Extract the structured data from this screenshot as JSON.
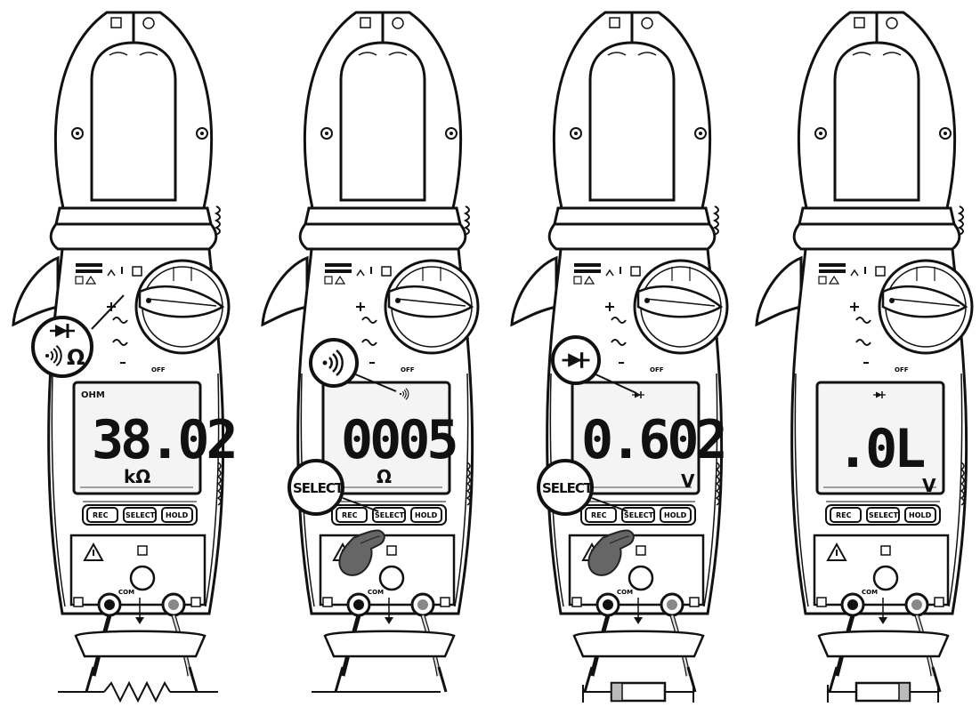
{
  "meters": [
    {
      "id": "meter-1",
      "reading": "38.02",
      "unit": "kΩ",
      "mode_indicator": "OHM",
      "callout": {
        "type": "diode-sound-ohm",
        "label": "Ω"
      },
      "select_callout": null,
      "hand_pressing": false,
      "component": "resistor"
    },
    {
      "id": "meter-2",
      "reading": "0005",
      "unit": "Ω",
      "mode_indicator": "",
      "callout": {
        "type": "continuity-sound",
        "label": ""
      },
      "select_callout": "SELECT",
      "hand_pressing": true,
      "component": "wire"
    },
    {
      "id": "meter-3",
      "reading": "0.602",
      "unit": "V",
      "mode_indicator": "",
      "callout": {
        "type": "diode",
        "label": ""
      },
      "select_callout": "SELECT",
      "hand_pressing": true,
      "component": "diode-forward"
    },
    {
      "id": "meter-4",
      "reading": ".0L",
      "unit": "V",
      "mode_indicator": "",
      "callout": null,
      "select_callout": null,
      "hand_pressing": false,
      "component": "diode-reverse"
    }
  ],
  "buttons": [
    "REC",
    "SELECT",
    "HOLD"
  ],
  "terminals": {
    "com": "COM"
  },
  "switch": {
    "off_label": "OFF"
  },
  "colors": {
    "ink": "#111111",
    "paper": "#ffffff",
    "hand": "#666666",
    "lcd": "#f4f4f4"
  }
}
